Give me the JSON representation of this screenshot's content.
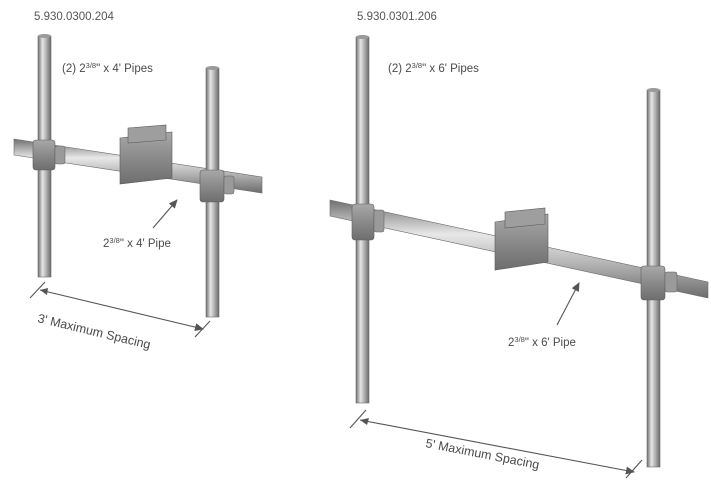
{
  "left": {
    "part_number": "5.930.0300.204",
    "vertical_label": "(2) 2",
    "vertical_frac": "3/8",
    "vertical_label_rest": "\" x 4' Pipes",
    "horizontal_label": "2",
    "horizontal_frac": "3/8",
    "horizontal_label_rest": "\" x 4' Pipe",
    "spacing_label": "3' Maximum Spacing"
  },
  "right": {
    "part_number": "5.930.0301.206",
    "vertical_label": "(2) 2",
    "vertical_frac": "3/8",
    "vertical_label_rest": "\" x 6' Pipes",
    "horizontal_label": "2",
    "horizontal_frac": "3/8",
    "horizontal_label_rest": "\" x 6' Pipe",
    "spacing_label": "5' Maximum Spacing"
  },
  "colors": {
    "pipe_dark": "#7a7a7a",
    "pipe_mid": "#b5b5b5",
    "pipe_light": "#e2e2e2",
    "bracket": "#8c8c8c",
    "text": "#4a4a4a"
  }
}
